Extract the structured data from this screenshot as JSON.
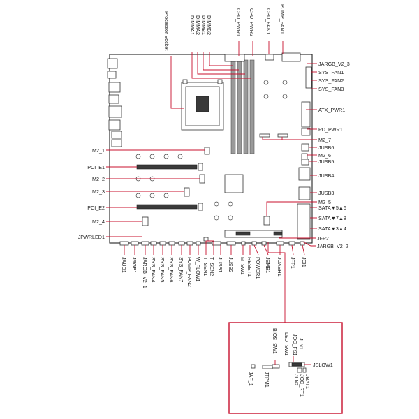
{
  "labels": {
    "socket": "Processor Socket",
    "dimmb2": "DIMMB2",
    "dimmb1": "DIMMB1",
    "dimma2": "DIMMA2",
    "dimma1": "DIMMA1",
    "cpu_pwr1": "CPU_PWR1",
    "cpu_pwr2": "CPU_PWR2",
    "cpu_fan1": "CPU_FAN1",
    "pump_fan1": "PUMP_FAN1",
    "jargb_v2_3": "JARGB_V2_3",
    "sys_fan1": "SYS_FAN1",
    "sys_fan2": "SYS_FAN2",
    "sys_fan3": "SYS_FAN3",
    "atx_pwr1": "ATX_PWR1",
    "pd_pwr1": "PD_PWR1",
    "m2_7": "M2_7",
    "jusb6": "JUSB6",
    "m2_6": "M2_6",
    "jusb5": "JUSB5",
    "jusb4": "JUSB4",
    "jusb3": "JUSB3",
    "m2_5": "M2_5",
    "sata56": "SATA▼5▲6",
    "sata78": "SATA▼7▲8",
    "sata34": "SATA▼3▲4",
    "jfp2": "JFP2",
    "jargb_v2_2": "JARGB_V2_2",
    "m2_1": "M2_1",
    "pci_e1": "PCI_E1",
    "m2_2": "M2_2",
    "m2_3": "M2_3",
    "pci_e2": "PCI_E2",
    "m2_4": "M2_4",
    "jpwrled1": "JPWRLED1",
    "jaud1": "JAUD1",
    "jrgb1": "JRGB1",
    "jargb_v2_1": "JARGB_V2_1",
    "sys_fan4": "SYS_FAN4",
    "sys_fan5": "SYS_FAN5",
    "sys_fan6": "SYS_FAN6",
    "sys_fan7": "SYS_FAN7",
    "pump_fan2": "PUMP_FAN2",
    "w_flow1": "W_FLOW1",
    "t_sen1": "T_SEN1",
    "t_sen2": "T_SEN2",
    "jusb1": "JUSB1",
    "jusb2": "JUSB2",
    "m_sw1": "M_SW1",
    "reset1": "RESET1",
    "power1": "POWER1",
    "jsmb1": "JSMB1",
    "jdash1": "JDASH1",
    "jfp1": "JFP1",
    "jci1": "JCI1",
    "bios_sw1": "BIOS_SW1",
    "led_sw1": "LED_SW1",
    "joc_fs1": "JOC_FS1",
    "jln1": "JLN1",
    "jslow1": "JSLOW1",
    "jaf_1": "JAF_1",
    "jtpm1": "JTPM1",
    "jln2": "JLN2",
    "joc_rt1": "JOC_RT1",
    "jbat1": "JBAT1"
  }
}
